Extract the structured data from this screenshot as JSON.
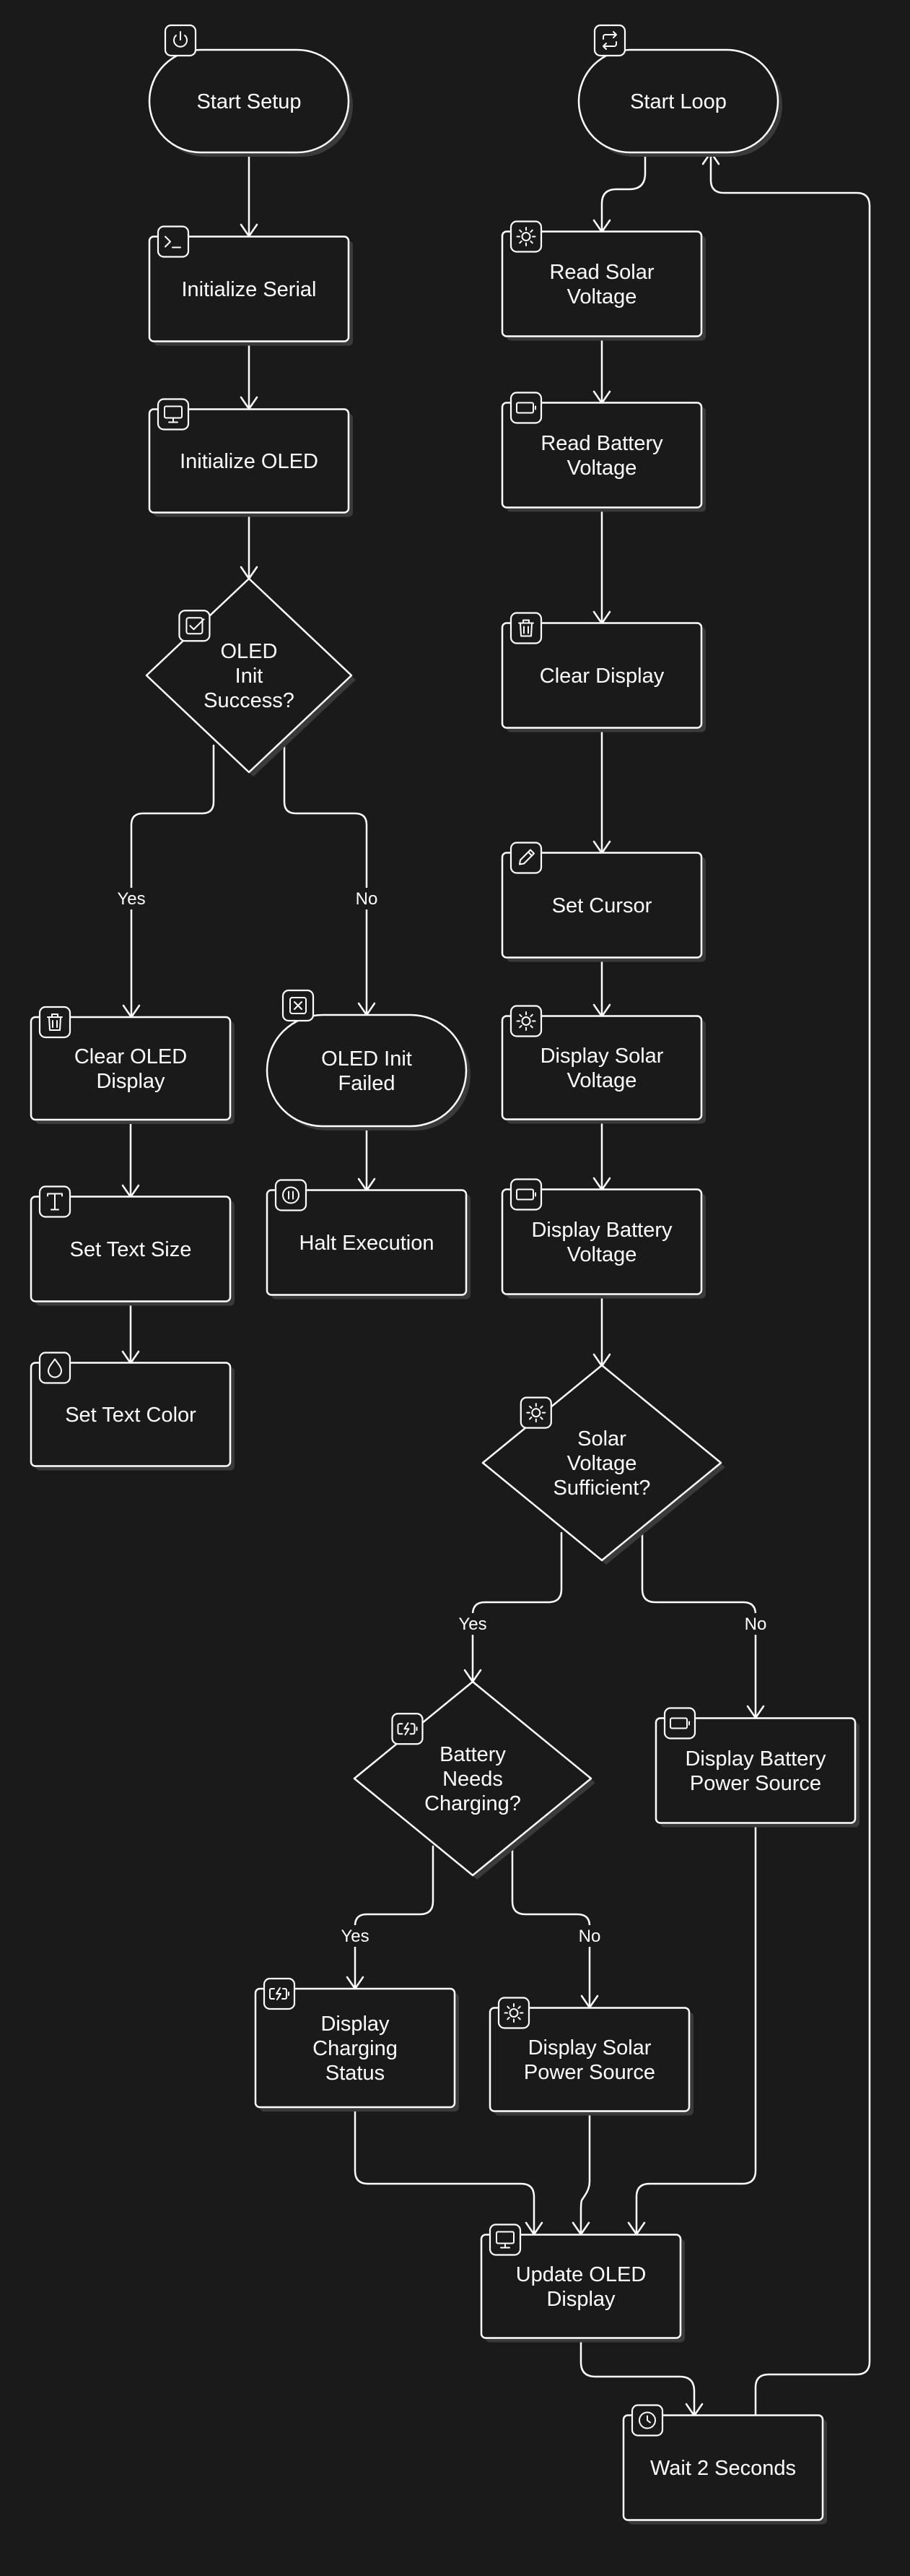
{
  "diagram": {
    "background": "#1a1a1a",
    "stroke": "#ffffff",
    "nodes": [
      {
        "id": "start_setup",
        "shape": "terminal",
        "lines": [
          "Start Setup"
        ],
        "icon": "power-icon"
      },
      {
        "id": "init_serial",
        "shape": "process",
        "lines": [
          "Initialize Serial"
        ],
        "icon": "terminal-icon"
      },
      {
        "id": "init_oled",
        "shape": "process",
        "lines": [
          "Initialize OLED"
        ],
        "icon": "monitor-icon"
      },
      {
        "id": "oled_success",
        "shape": "decision",
        "lines": [
          "OLED",
          "Init",
          "Success?"
        ],
        "icon": "checkbox-icon"
      },
      {
        "id": "clear_oled",
        "shape": "process",
        "lines": [
          "Clear OLED",
          "Display"
        ],
        "icon": "trash-icon"
      },
      {
        "id": "oled_failed",
        "shape": "terminal",
        "lines": [
          "OLED Init",
          "Failed"
        ],
        "icon": "x-square-icon"
      },
      {
        "id": "halt",
        "shape": "process",
        "lines": [
          "Halt Execution"
        ],
        "icon": "pause-icon"
      },
      {
        "id": "text_size",
        "shape": "process",
        "lines": [
          "Set Text Size"
        ],
        "icon": "type-icon"
      },
      {
        "id": "text_color",
        "shape": "process",
        "lines": [
          "Set Text Color"
        ],
        "icon": "droplet-icon"
      },
      {
        "id": "start_loop",
        "shape": "terminal",
        "lines": [
          "Start Loop"
        ],
        "icon": "repeat-icon"
      },
      {
        "id": "read_solar",
        "shape": "process",
        "lines": [
          "Read Solar",
          "Voltage"
        ],
        "icon": "sun-icon"
      },
      {
        "id": "read_battery",
        "shape": "process",
        "lines": [
          "Read Battery",
          "Voltage"
        ],
        "icon": "battery-icon"
      },
      {
        "id": "clear_display",
        "shape": "process",
        "lines": [
          "Clear Display"
        ],
        "icon": "trash-icon"
      },
      {
        "id": "set_cursor",
        "shape": "process",
        "lines": [
          "Set Cursor"
        ],
        "icon": "pencil-icon"
      },
      {
        "id": "display_solar",
        "shape": "process",
        "lines": [
          "Display Solar",
          "Voltage"
        ],
        "icon": "sun-icon"
      },
      {
        "id": "display_battery",
        "shape": "process",
        "lines": [
          "Display Battery",
          "Voltage"
        ],
        "icon": "battery-icon"
      },
      {
        "id": "solar_sufficient",
        "shape": "decision",
        "lines": [
          "Solar",
          "Voltage",
          "Sufficient?"
        ],
        "icon": "sun-icon"
      },
      {
        "id": "battery_needs",
        "shape": "decision",
        "lines": [
          "Battery",
          "Needs",
          "Charging?"
        ],
        "icon": "battery-charging-icon"
      },
      {
        "id": "disp_batt_source",
        "shape": "process",
        "lines": [
          "Display Battery",
          "Power Source"
        ],
        "icon": "battery-icon"
      },
      {
        "id": "disp_charging",
        "shape": "process",
        "lines": [
          "Display",
          "Charging",
          "Status"
        ],
        "icon": "battery-charging-icon"
      },
      {
        "id": "disp_solar_source",
        "shape": "process",
        "lines": [
          "Display Solar",
          "Power Source"
        ],
        "icon": "sun-icon"
      },
      {
        "id": "update_oled",
        "shape": "process",
        "lines": [
          "Update OLED",
          "Display"
        ],
        "icon": "monitor-icon"
      },
      {
        "id": "wait",
        "shape": "process",
        "lines": [
          "Wait 2 Seconds"
        ],
        "icon": "clock-icon"
      }
    ],
    "edge_labels": {
      "oled_yes": "Yes",
      "oled_no": "No",
      "solar_yes": "Yes",
      "solar_no": "No",
      "battery_yes": "Yes",
      "battery_no": "No"
    }
  }
}
